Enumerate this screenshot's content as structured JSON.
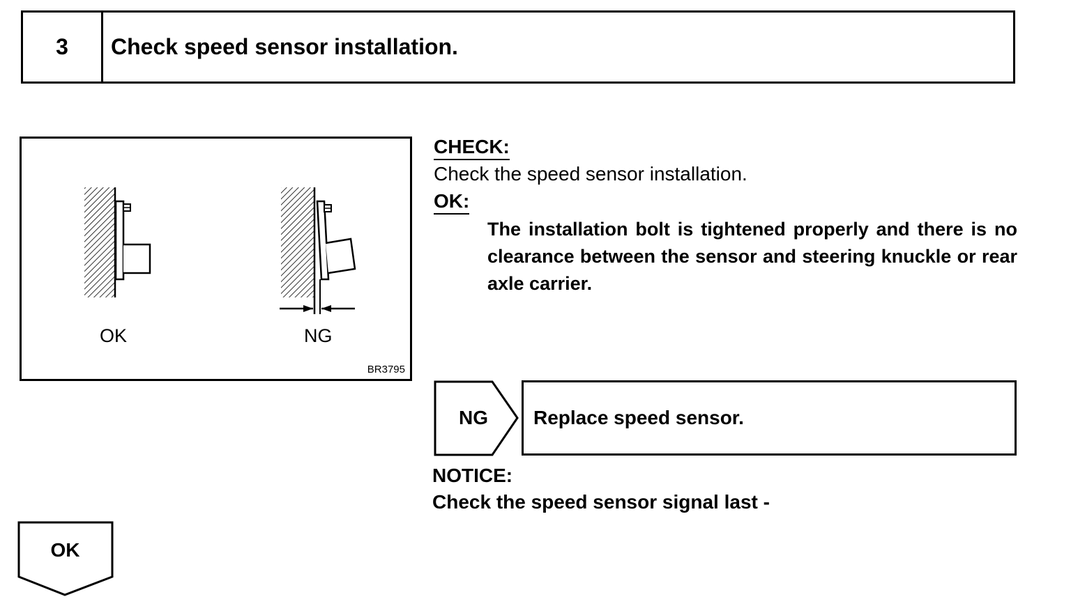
{
  "step": {
    "number": "3",
    "title": "Check speed sensor installation."
  },
  "figure": {
    "ok_label": "OK",
    "ng_label": "NG",
    "code": "BR3795"
  },
  "check": {
    "heading": "CHECK:",
    "text": "Check the speed sensor installation."
  },
  "ok": {
    "heading": "OK:",
    "text": "The installation bolt is tightened properly and there is no clearance between the sensor and steering knuckle or rear axle carrier."
  },
  "ng_branch": {
    "tag": "NG",
    "action": "Replace speed sensor."
  },
  "notice": {
    "heading": "NOTICE:",
    "text": "Check the speed sensor signal last -"
  },
  "ok_branch": {
    "tag": "OK"
  }
}
